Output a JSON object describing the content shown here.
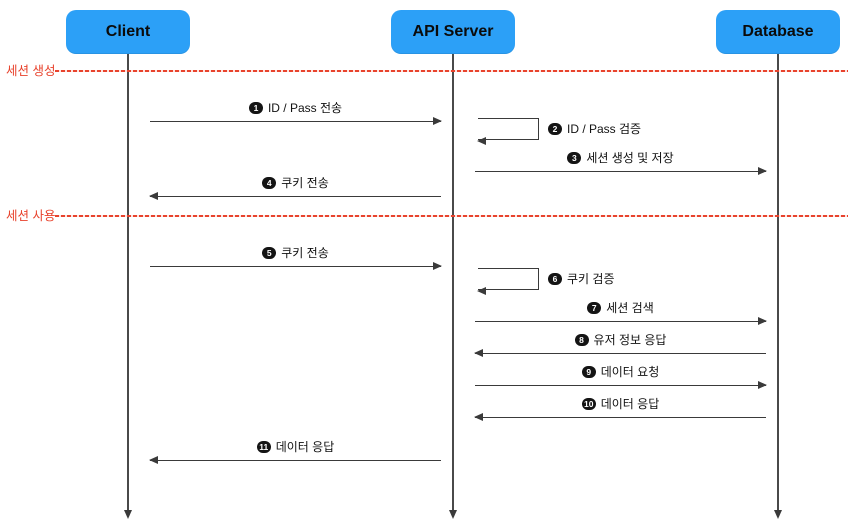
{
  "colors": {
    "actor_fill": "#2ca0f7",
    "section_red": "#e8432d",
    "arrow": "#3a3a3a",
    "badge_fill": "#141414"
  },
  "actors": [
    {
      "name": "Client"
    },
    {
      "name": "API Server"
    },
    {
      "name": "Database"
    }
  ],
  "sections": [
    {
      "label": "세션 생성"
    },
    {
      "label": "세션 사용"
    }
  ],
  "messages": [
    {
      "num": "1",
      "label": "ID / Pass 전송",
      "kind": "arrow",
      "from": "Client",
      "to": "API Server"
    },
    {
      "num": "2",
      "label": "ID / Pass 검증",
      "kind": "self",
      "actor": "API Server"
    },
    {
      "num": "3",
      "label": "세션 생성 및 저장",
      "kind": "arrow",
      "from": "API Server",
      "to": "Database"
    },
    {
      "num": "4",
      "label": "쿠키 전송",
      "kind": "arrow",
      "from": "API Server",
      "to": "Client"
    },
    {
      "num": "5",
      "label": "쿠키 전송",
      "kind": "arrow",
      "from": "Client",
      "to": "API Server"
    },
    {
      "num": "6",
      "label": "쿠키 검증",
      "kind": "self",
      "actor": "API Server"
    },
    {
      "num": "7",
      "label": "세션 검색",
      "kind": "arrow",
      "from": "API Server",
      "to": "Database"
    },
    {
      "num": "8",
      "label": "유저 정보 응답",
      "kind": "arrow",
      "from": "Database",
      "to": "API Server"
    },
    {
      "num": "9",
      "label": "데이터 요청",
      "kind": "arrow",
      "from": "API Server",
      "to": "Database"
    },
    {
      "num": "10",
      "label": "데이터 응답",
      "kind": "arrow",
      "from": "Database",
      "to": "API Server"
    },
    {
      "num": "11",
      "label": "데이터 응답",
      "kind": "arrow",
      "from": "API Server",
      "to": "Client"
    }
  ]
}
